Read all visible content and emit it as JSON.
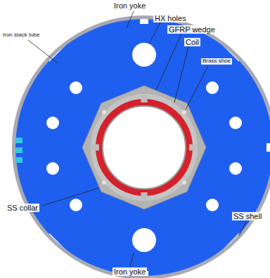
{
  "diagram": {
    "labels": [
      "Iron yoke",
      "HX holes",
      "GFRP wedge",
      "Coil",
      "Brass shoe",
      "Iron stack tube",
      "SS collar",
      "SS shell",
      "Iron yoke"
    ]
  }
}
